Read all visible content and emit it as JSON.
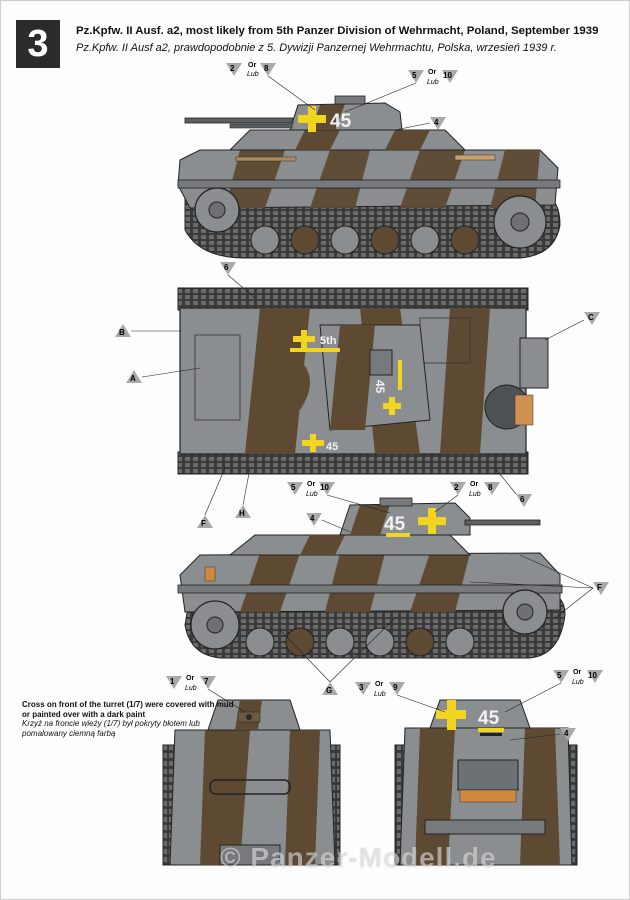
{
  "plate": {
    "number": "3",
    "title_en": "Pz.Kpfw. II Ausf. a2, most likely from 5th Panzer Division of Wehrmacht, Poland, September 1939",
    "title_pl": "Pz.Kpfw. II Ausf a2, prawdopodobnie z 5. Dywizji Panzernej Wehrmachtu, Polska, wrzesień 1939 r."
  },
  "markings": {
    "tactical_number": "45",
    "division_mark": "5th"
  },
  "callouts": {
    "top": {
      "c2": "2",
      "c8": "8",
      "c5": "5",
      "c10": "10",
      "c4": "4",
      "or": "Or",
      "lub": "Lub"
    },
    "plan": {
      "c6a": "6",
      "cB": "B",
      "cA": "A",
      "cC": "C",
      "cF": "F",
      "cH": "H"
    },
    "side2": {
      "c5": "5",
      "c10": "10",
      "c2": "2",
      "c8": "8",
      "c6": "6",
      "c4": "4",
      "cF": "F",
      "cG": "G",
      "or": "Or",
      "lub": "Lub"
    },
    "front": {
      "c1": "1",
      "c7": "7",
      "or": "Or",
      "lub": "Lub"
    },
    "rear": {
      "c3": "3",
      "c9": "9",
      "c5": "5",
      "c10": "10",
      "c4": "4",
      "or": "Or",
      "lub": "Lub"
    }
  },
  "note": {
    "en": "Cross on front of the turret (1/7) were covered with mud or painted over with a dark paint",
    "pl": "Krzyż na froncie wieży (1/7) był pokryty błotem lub pomalowany ciemną farbą"
  },
  "watermark": "© Panzer-Modell.de",
  "colors": {
    "grey": "#8b8e90",
    "brown": "#5e4a33",
    "yellow": "#f2d51e",
    "marker": "#a9a9a9"
  }
}
